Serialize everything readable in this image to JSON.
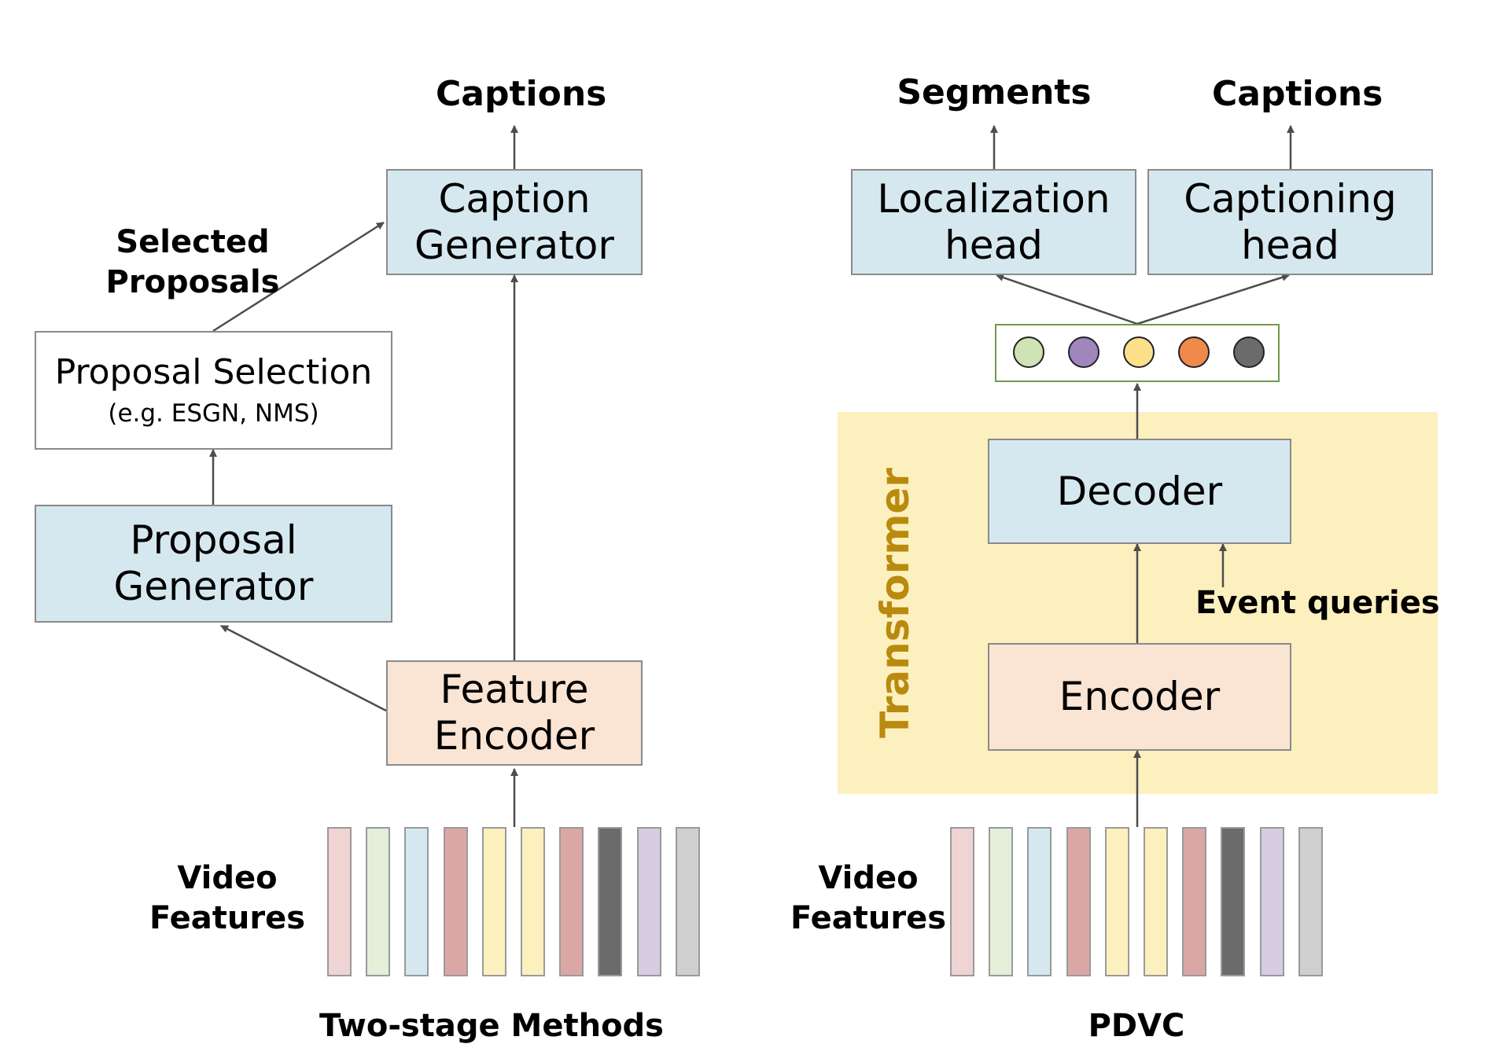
{
  "left": {
    "output_label": "Captions",
    "caption_generator": {
      "line1": "Caption",
      "line2": "Generator"
    },
    "selected_proposals": {
      "line1": "Selected",
      "line2": "Proposals"
    },
    "proposal_selection": {
      "title": "Proposal Selection",
      "subtitle": "(e.g. ESGN, NMS)"
    },
    "proposal_generator": {
      "line1": "Proposal",
      "line2": "Generator"
    },
    "feature_encoder": {
      "line1": "Feature",
      "line2": "Encoder"
    },
    "video_features": {
      "line1": "Video",
      "line2": "Features"
    },
    "caption": "Two-stage Methods"
  },
  "right": {
    "segments_label": "Segments",
    "captions_label": "Captions",
    "localization_head": {
      "line1": "Localization",
      "line2": "head"
    },
    "captioning_head": {
      "line1": "Captioning",
      "line2": "head"
    },
    "transformer_label": "Transformer",
    "decoder": "Decoder",
    "encoder": "Encoder",
    "event_queries": "Event queries",
    "video_features": {
      "line1": "Video",
      "line2": "Features"
    },
    "caption": "PDVC"
  },
  "colors": {
    "box_blue": "#d5e8ef",
    "box_peach": "#fae4d4",
    "transformer_bg": "#fdf0bf",
    "transformer_text": "#b98a0e",
    "query_dots": [
      "#cfe3b4",
      "#9f86bd",
      "#fde08a",
      "#ef8a4a",
      "#6b6b6b"
    ],
    "feature_bars": [
      "#f0d3d3",
      "#e3efd9",
      "#d5e8ef",
      "#dba7a4",
      "#fdf0bf",
      "#fdf0bf",
      "#dba7a4",
      "#6b6b6b",
      "#d7cde2",
      "#cfcfcf"
    ]
  }
}
